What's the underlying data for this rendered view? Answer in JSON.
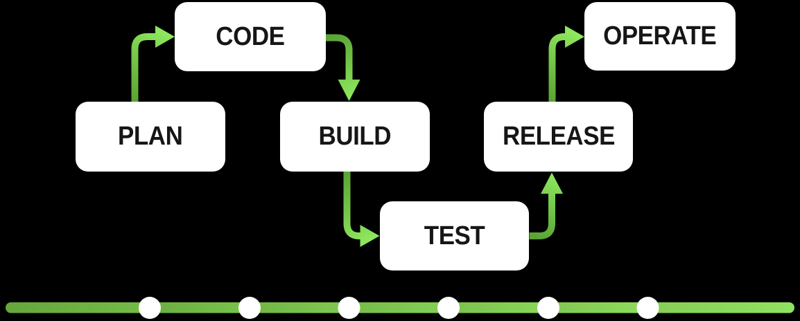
{
  "background_color": "#000000",
  "stages": [
    {
      "id": "plan",
      "label": "PLAN"
    },
    {
      "id": "code",
      "label": "CODE"
    },
    {
      "id": "build",
      "label": "BUILD"
    },
    {
      "id": "test",
      "label": "TEST"
    },
    {
      "id": "release",
      "label": "RELEASE"
    },
    {
      "id": "operate",
      "label": "OPERATE"
    }
  ],
  "connections": [
    {
      "from": "PLAN",
      "to": "CODE"
    },
    {
      "from": "CODE",
      "to": "BUILD"
    },
    {
      "from": "BUILD",
      "to": "TEST"
    },
    {
      "from": "TEST",
      "to": "RELEASE"
    },
    {
      "from": "RELEASE",
      "to": "OPERATE"
    }
  ],
  "timeline": {
    "dot_count": 6
  },
  "colors": {
    "arrow_tail_green": "#5aa335",
    "arrow_head_green": "#8fe95f",
    "timeline_dark_green": "#66a63c",
    "timeline_light_green": "#90e360",
    "box_fill": "#ffffff",
    "label_text": "#161616"
  }
}
